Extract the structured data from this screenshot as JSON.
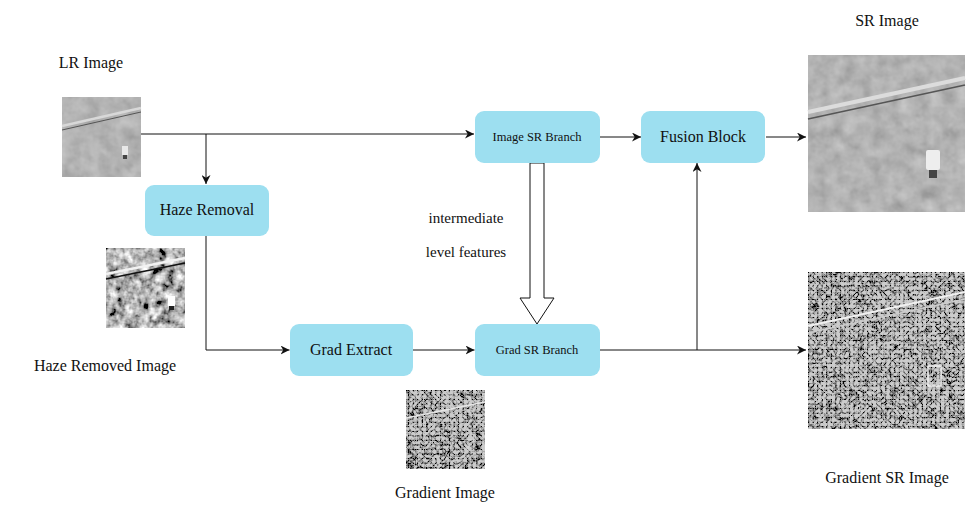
{
  "diagram": {
    "nodes": [
      {
        "text": [
          "Image SR Branch"
        ]
      },
      {
        "text": [
          "Fusion Block"
        ]
      },
      {
        "text": [
          "Haze Removal"
        ]
      },
      {
        "text": [
          "Grad Extract"
        ]
      },
      {
        "text": [
          "Grad SR Branch"
        ]
      }
    ],
    "edges": [
      {
        "from": 0,
        "to": 1,
        "arrow": "to"
      },
      {
        "from": 2,
        "to": 3,
        "arrow": "to"
      },
      {
        "from": 3,
        "to": 4,
        "arrow": "to"
      },
      {
        "from": 0,
        "to": 4,
        "arrow": "to",
        "label": "intermediate level features"
      },
      {
        "from": 4,
        "to": 1,
        "arrow": "to"
      }
    ],
    "labels": [
      "LR Image",
      "SR Image",
      "Haze Removed Image",
      "Gradient Image",
      "Gradient SR Image"
    ]
  }
}
